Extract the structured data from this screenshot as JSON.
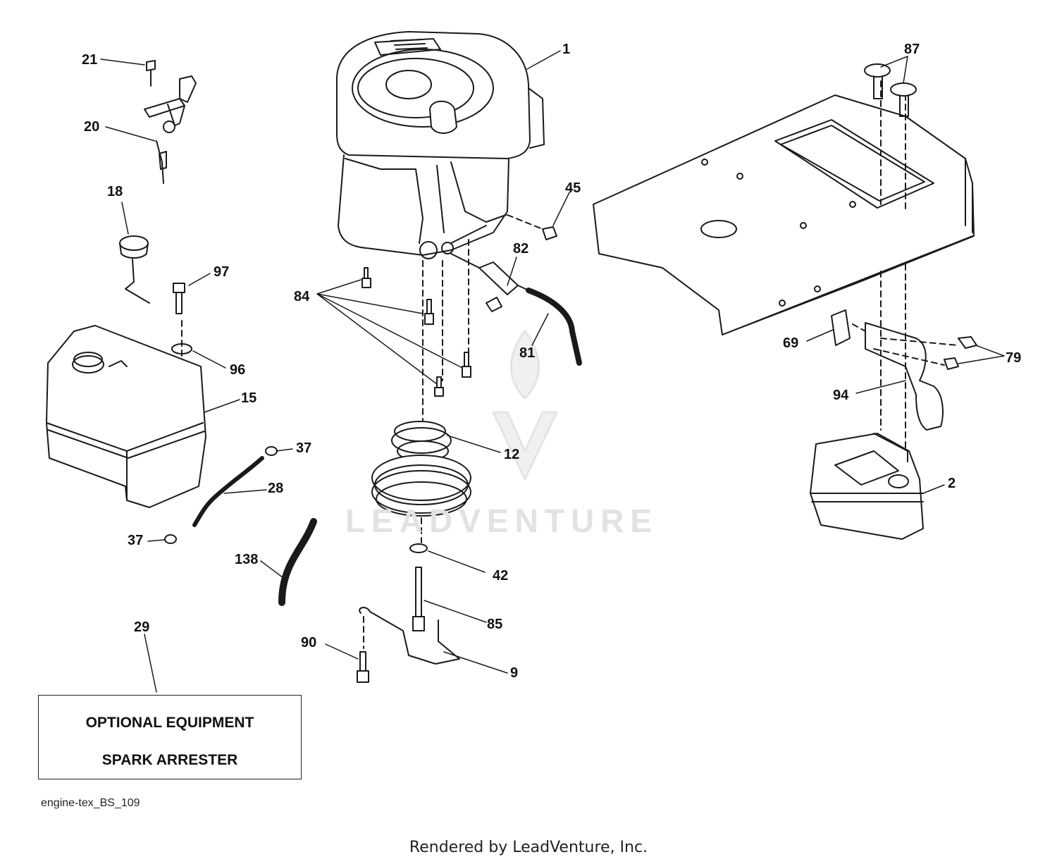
{
  "callouts": {
    "c1": "1",
    "c87": "87",
    "c21": "21",
    "c20": "20",
    "c18": "18",
    "c45": "45",
    "c82": "82",
    "c97": "97",
    "c84": "84",
    "c81": "81",
    "c69": "69",
    "c79": "79",
    "c96": "96",
    "c15": "15",
    "c94": "94",
    "c37a": "37",
    "c12": "12",
    "c2": "2",
    "c28": "28",
    "c37b": "37",
    "c138": "138",
    "c42": "42",
    "c85": "85",
    "c29": "29",
    "c90": "90",
    "c9": "9"
  },
  "optional_box": {
    "line1": "OPTIONAL EQUIPMENT",
    "line2": "SPARK ARRESTER"
  },
  "figure_id": "engine-tex_BS_109",
  "watermark": "LEADVENTURE",
  "footer": "Rendered by LeadVenture, Inc."
}
